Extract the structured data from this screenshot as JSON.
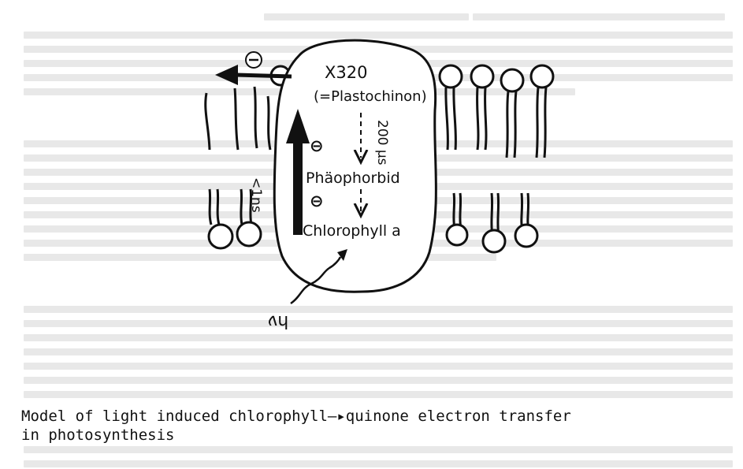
{
  "diagram": {
    "labels": {
      "x320": "X320",
      "plastochinon": "(=Plastochinon)",
      "pheophorbide": "Phäophorbid",
      "chlorophyll": "Chlorophyll a",
      "time_fast": "<1ns",
      "time_slow": "200 µs",
      "light": "hν"
    },
    "charge_symbols": {
      "upper": "⊖",
      "lower": "⊖",
      "arrow": "⊖"
    }
  },
  "caption": {
    "line1": "Model of light induced chlorophyll—▸quinone electron transfer",
    "line2": "in photosynthesis"
  },
  "colors": {
    "ink": "#111111",
    "paper": "#ffffff",
    "ghost_text": "#d6d6d6"
  }
}
